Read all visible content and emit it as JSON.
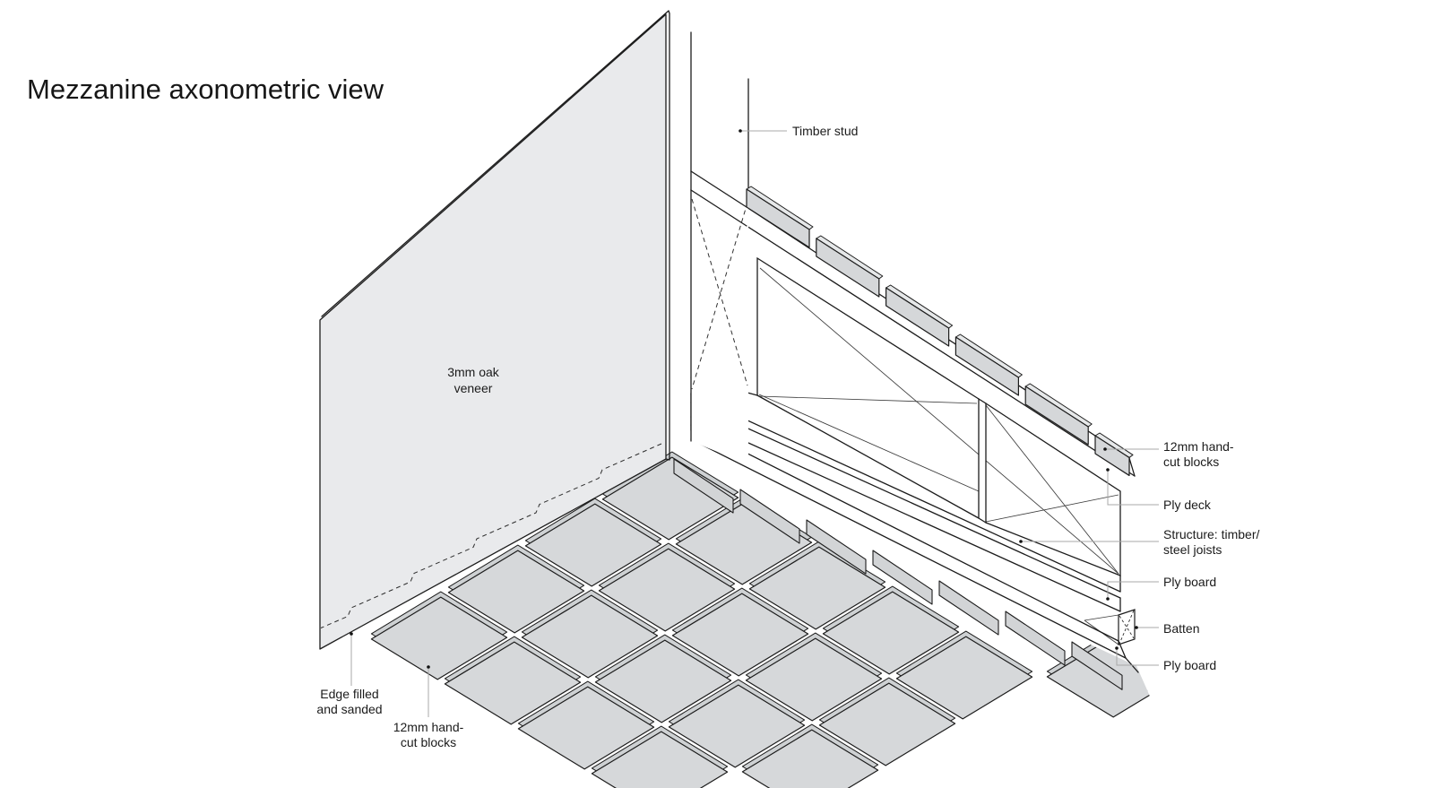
{
  "title": "Mezzanine axonometric view",
  "labels": {
    "wall_line1": "3mm oak",
    "wall_line2": "veneer",
    "timber_stud": "Timber stud",
    "blocks_top_line1": "12mm hand-",
    "blocks_top_line2": "cut blocks",
    "ply_deck": "Ply deck",
    "structure_line1": "Structure: timber/",
    "structure_line2": "steel joists",
    "ply_board_upper": "Ply board",
    "batten": "Batten",
    "ply_board_lower": "Ply board",
    "edge_line1": "Edge filled",
    "edge_line2": "and sanded",
    "blocks_bottom_line1": "12mm hand-",
    "blocks_bottom_line2": "cut blocks"
  },
  "colors": {
    "background": "#ffffff",
    "line": "#1c1c1c",
    "wall_fill": "#e9eaec",
    "tile_fill": "#d6d8da",
    "tile_side": "#d2d4d6",
    "block_fill": "#d5d7d9",
    "leader_line": "#a8a8a8",
    "text": "#1b1b1b"
  }
}
